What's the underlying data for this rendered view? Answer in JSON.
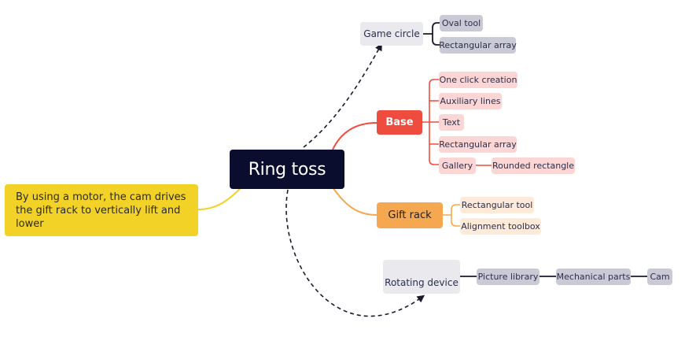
{
  "diagram": {
    "root": {
      "label": "Ring toss"
    },
    "note": {
      "text": "By using a motor, the cam drives the gift rack to vertically lift and lower"
    },
    "game_circle": {
      "label": "Game circle",
      "children": [
        "Oval tool",
        "Rectangular array"
      ]
    },
    "base": {
      "label": "Base",
      "children": [
        "One click creation",
        "Auxiliary lines",
        "Text",
        "Rectangular array",
        "Gallery"
      ],
      "gallery_child": "Rounded rectangle"
    },
    "gift_rack": {
      "label": "Gift rack",
      "children": [
        "Rectangular tool",
        "Alignment toolbox"
      ]
    },
    "rotating_device": {
      "label": "Rotating device",
      "chain": [
        "Picture library",
        "Mechanical parts",
        "Cam"
      ]
    },
    "colors": {
      "root": "#0a0d2e",
      "base": "#ef4c40",
      "gift_rack": "#f6a851",
      "note": "#f2d227",
      "grey_node": "#e9e9ee",
      "grey_subnode": "#c9cad6",
      "pink_subnode": "#fcd6d4",
      "peach_subnode": "#fdead9",
      "line_dark": "#1a1a2e"
    }
  }
}
